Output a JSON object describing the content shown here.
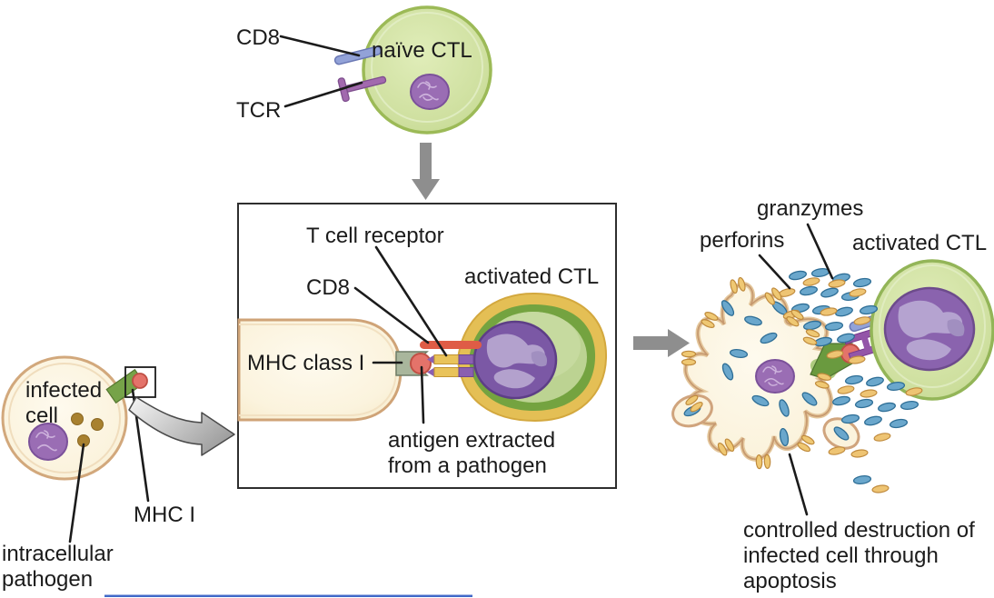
{
  "figure": {
    "title_implicit": "cytotoxic T lymphocyte mediated killing of an infected cell",
    "top": {
      "cd8_label": "CD8",
      "tcr_label": "TCR",
      "cell_label": "naïve CTL"
    },
    "box": {
      "tcr_label": "T cell receptor",
      "cd8_label": "CD8",
      "cell_label": "activated CTL",
      "mhc_label": "MHC class I",
      "antigen_label": "antigen extracted\nfrom a pathogen"
    },
    "left": {
      "cell_label": "infected\ncell",
      "mhc_label": "MHC I",
      "pathogen_label": "intracellular\npathogen"
    },
    "right": {
      "granzymes_label": "granzymes",
      "perforins_label": "perforins",
      "cell_label": "activated CTL",
      "caption": "controlled destruction of\ninfected cell through\napoptosis"
    }
  },
  "colors": {
    "ctl_cell_green": "#cddf9c",
    "ctl_cell_border": "#9cba57",
    "nucleus_purple": "#9a6db4",
    "nucleus_patch_light": "#b5a3d0",
    "infected_cell_cream": "#fbf3dd",
    "infected_cell_border": "#cfa377",
    "mhc_gray_green": "#a9b69c",
    "mhc_green": "#6a9a3f",
    "antigen_red": "#e4736a",
    "cd8_blue": "#92a2d8",
    "tcr_purple": "#9355a8",
    "receptor_yellow": "#e9c35a",
    "cd8_red_bar": "#df5c46",
    "activated_ring_gold": "#e4bf55",
    "granzyme_blue": "#6aa7cc",
    "perforin_yellow": "#eec473",
    "pathogen_brown": "#a8812f",
    "arrow_gray": "#8e8e8e",
    "leader_line_black": "#1b1b1b",
    "bottom_line_blue": "#4169c8"
  }
}
